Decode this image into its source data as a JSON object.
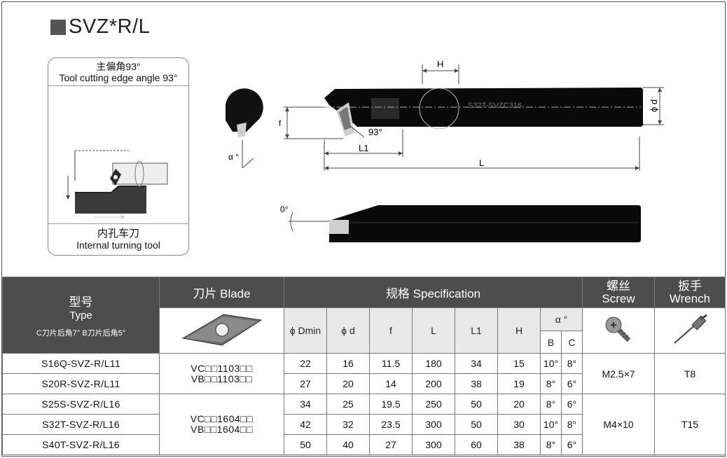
{
  "title": "SVZ*R/L",
  "card": {
    "top_cn": "主偏角93°",
    "top_en": "Tool cutting edge angle 93°",
    "bottom_cn": "内孔车刀",
    "bottom_en": "Internal turning tool"
  },
  "drawing": {
    "label_H": "H",
    "label_phi_d": "ϕ d",
    "label_f": "f",
    "label_93": "93°",
    "label_L1": "L1",
    "label_L": "L",
    "label_alpha": "α °",
    "label_0": "0°",
    "shank_marking": "S32T-SVZC316"
  },
  "table": {
    "header": {
      "model_cn": "型号",
      "model_en": "Type",
      "model_note": "C刀片后角7°  B刀片后角5°",
      "blade": "刀片 Blade",
      "spec": "规格 Specification",
      "screw_cn": "螺丝",
      "screw_en": "Screw",
      "wrench_cn": "扳手",
      "wrench_en": "Wrench",
      "dmin": "ϕ Dmin",
      "d": "ϕ d",
      "f": "f",
      "L": "L",
      "L1": "L1",
      "H": "H",
      "alpha": "α °",
      "B": "B",
      "C": "C"
    },
    "rows": [
      {
        "model": "S16Q-SVZ-R/L11",
        "dmin": "22",
        "d": "16",
        "f": "11.5",
        "L": "180",
        "L1": "34",
        "H": "15",
        "B": "10°",
        "C": "8°"
      },
      {
        "model": "S20R-SVZ-R/L11",
        "dmin": "27",
        "d": "20",
        "f": "14",
        "L": "200",
        "L1": "38",
        "H": "19",
        "B": "8°",
        "C": "6°"
      },
      {
        "model": "S25S-SVZ-R/L16",
        "dmin": "34",
        "d": "25",
        "f": "19.5",
        "L": "250",
        "L1": "50",
        "H": "20",
        "B": "8°",
        "C": "6°"
      },
      {
        "model": "S32T-SVZ-R/L16",
        "dmin": "42",
        "d": "32",
        "f": "23.5",
        "L": "300",
        "L1": "50",
        "H": "30",
        "B": "10°",
        "C": "8°"
      },
      {
        "model": "S40T-SVZ-R/L16",
        "dmin": "50",
        "d": "40",
        "f": "27",
        "L": "300",
        "L1": "60",
        "H": "38",
        "B": "8°",
        "C": "6°"
      }
    ],
    "blade_group1": {
      "line1": "VC□□1103□□",
      "line2": "VB□□1103□□"
    },
    "blade_group2": {
      "line1": "VC□□1604□□",
      "line2": "VB□□1604□□"
    },
    "screw_group1": "M2.5×7",
    "screw_group2": "M4×10",
    "wrench_group1": "T8",
    "wrench_group2": "T15"
  }
}
